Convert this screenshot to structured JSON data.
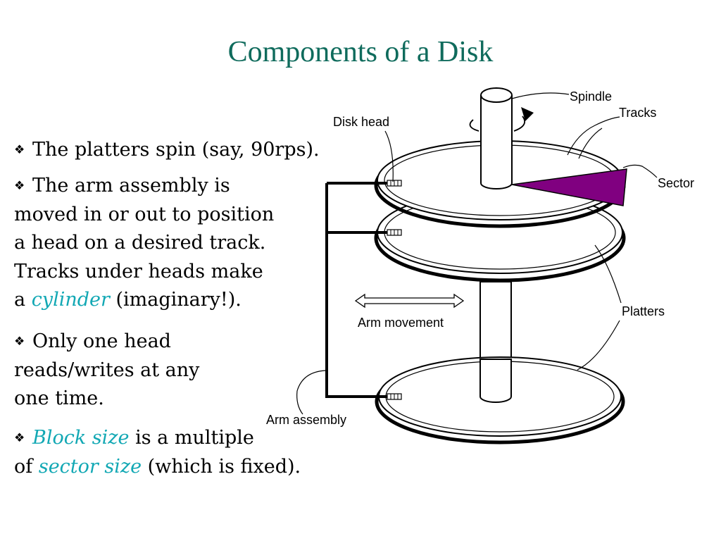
{
  "slide": {
    "title": "Components of a Disk"
  },
  "bullets": [
    {
      "id": "b1",
      "segments": [
        {
          "text": "The platters spin (say, 90rps)."
        }
      ]
    },
    {
      "id": "b2",
      "segments": [
        {
          "text": "The arm assembly is"
        },
        {
          "br": true
        },
        {
          "text": "moved in or out to position"
        },
        {
          "br": true
        },
        {
          "text": "a head on a desired track."
        },
        {
          "br": true
        },
        {
          "text": "Tracks under heads  make"
        },
        {
          "br": true
        },
        {
          "text": "a "
        },
        {
          "text": "cylinder",
          "highlight": true
        },
        {
          "text": " (imaginary!)."
        }
      ]
    },
    {
      "id": "b3",
      "segments": [
        {
          "text": "Only one head"
        },
        {
          "br": true
        },
        {
          "text": "reads/writes at any"
        },
        {
          "br": true
        },
        {
          "text": "one time."
        }
      ]
    },
    {
      "id": "b4",
      "segments": [
        {
          "text": "Block size",
          "highlight": true
        },
        {
          "text": " is a multiple"
        },
        {
          "br": true
        },
        {
          "text": "of "
        },
        {
          "text": "sector size",
          "highlight": true
        },
        {
          "text": " (which is fixed)."
        }
      ]
    }
  ],
  "diagram": {
    "labels": {
      "spindle": "Spindle",
      "tracks": "Tracks",
      "disk_head": "Disk head",
      "sector": "Sector",
      "platters": "Platters",
      "arm_movement": "Arm movement",
      "arm_assembly": "Arm assembly"
    }
  },
  "colors": {
    "title": "#0f6b5c",
    "highlight": "#12a8b4",
    "sector": "#800080"
  },
  "icons": {
    "bullet": "diamond-bullet-icon"
  }
}
